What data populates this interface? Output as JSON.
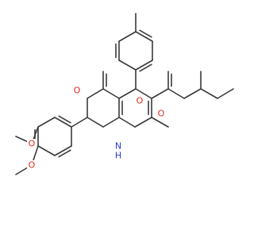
{
  "molecule": {
    "bond_color": "#3a3a3a",
    "atoms": [
      {
        "id": "o_keto",
        "symbol": "O",
        "color": "#e0291c",
        "name": "ketone-oxygen-label"
      },
      {
        "id": "o_ester_co",
        "symbol": "O",
        "color": "#e0291c",
        "name": "ester-carbonyl-oxygen-label"
      },
      {
        "id": "o_ester_link",
        "symbol": "O",
        "color": "#e0291c",
        "name": "ester-linking-oxygen-label"
      },
      {
        "id": "o_meo1",
        "symbol": "O",
        "color": "#e0291c",
        "name": "methoxy-oxygen-1-label"
      },
      {
        "id": "o_meo2",
        "symbol": "O",
        "color": "#e0291c",
        "name": "methoxy-oxygen-2-label"
      },
      {
        "id": "n1",
        "symbol": "N",
        "color": "#2b3bd6",
        "name": "ring-nitrogen-label"
      },
      {
        "id": "h_n1",
        "symbol": "H",
        "color": "#2b3bd6",
        "name": "nitrogen-hydrogen-label"
      }
    ]
  }
}
